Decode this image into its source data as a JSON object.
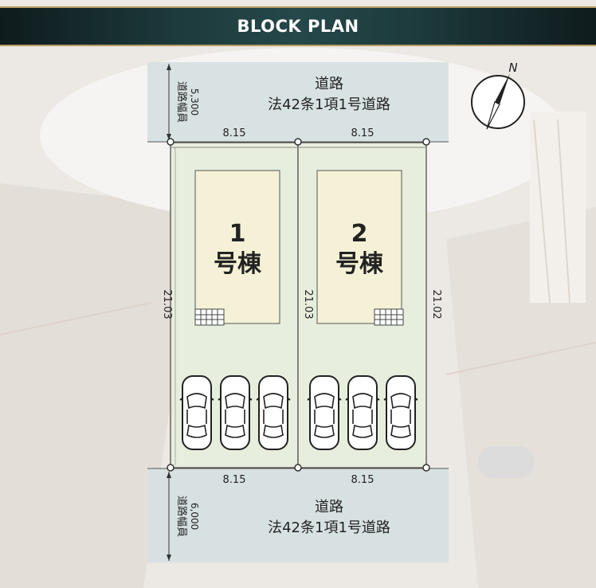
{
  "header": {
    "title": "BLOCK PLAN"
  },
  "compass": {
    "label": "N"
  },
  "roads": {
    "north": {
      "name": "道路",
      "type": "法42条1項1号道路",
      "width_label": "道路幅員",
      "width_value": "5,300"
    },
    "south": {
      "name": "道路",
      "type": "法42条1項1号道路",
      "width_label": "道路幅員",
      "width_value": "6,000"
    }
  },
  "lots": [
    {
      "number": "1",
      "name": "号棟"
    },
    {
      "number": "2",
      "name": "号棟"
    }
  ],
  "dimensions": {
    "top_left": "8.15",
    "top_right": "8.15",
    "bottom_left": "8.15",
    "bottom_right": "8.15",
    "left": "21.03",
    "middle": "21.03",
    "right": "21.02"
  },
  "colors": {
    "lot": "#e8eedd",
    "building": "#f4f1d6",
    "road": "#d7e0e2",
    "header": "#1d3a3c"
  }
}
